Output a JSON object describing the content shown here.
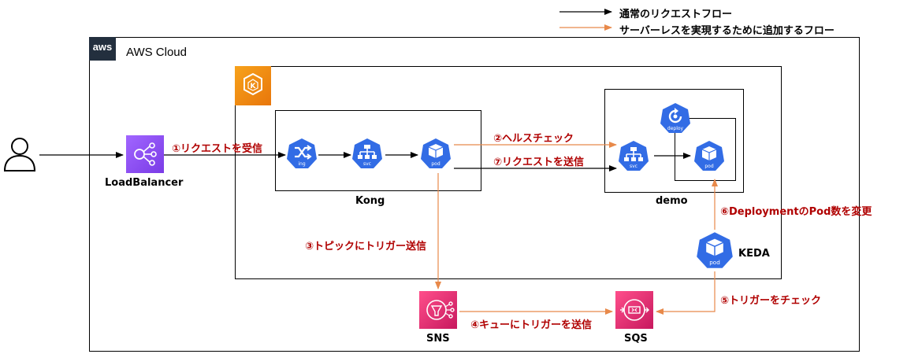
{
  "legend": {
    "normal": "通常のリクエストフロー",
    "serverless": "サーバーレスを実現するために追加するフロー"
  },
  "aws": {
    "badge": "aws",
    "title": "AWS Cloud"
  },
  "eks": {
    "badge": "K"
  },
  "nodes": {
    "loadbalancer": "LoadBalancer",
    "kong": "Kong",
    "demo": "demo",
    "keda": "KEDA",
    "sns": "SNS",
    "sqs": "SQS"
  },
  "icons": {
    "ing": "ing",
    "svc": "svc",
    "pod": "pod",
    "deploy": "deploy"
  },
  "steps": {
    "s1": "①リクエストを受信",
    "s2": "②ヘルスチェック",
    "s3": "③トピックにトリガー送信",
    "s4": "④キューにトリガーを送信",
    "s5": "⑤トリガーをチェック",
    "s6": "⑥DeploymentのPod数を変更",
    "s7": "⑦リクエストを送信"
  },
  "colors": {
    "normal_arrow": "#000000",
    "serverless_arrow": "#e8894a",
    "step_text": "#b00000",
    "k8s_blue": "#326ce5",
    "lb_purple": "#8c4fff",
    "eks_orange": "#e8760b",
    "sns_pink": "#d6246e"
  }
}
